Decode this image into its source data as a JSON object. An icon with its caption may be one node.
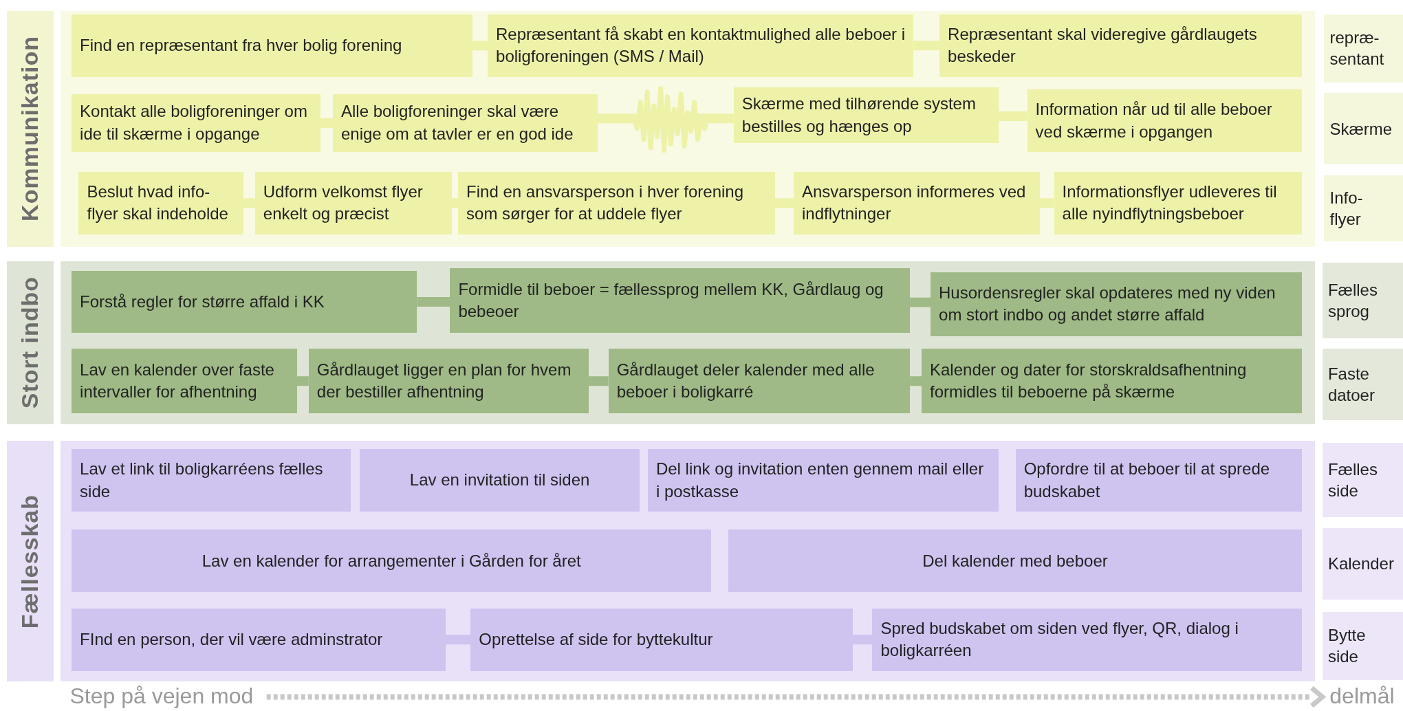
{
  "diagram": {
    "nodes": [
      {
        "text": [
          "Kommunikation"
        ]
      },
      {
        "text": [
          "Find en repræsentant fra hver bolig forening"
        ],
        "in": 0
      },
      {
        "text": [
          "Repræsentant få skabt en kontaktmulighed alle beboer i boligforeningen (SMS / Mail)"
        ],
        "in": 0
      },
      {
        "text": [
          "Repræsentant skal videregive gårdlaugets beskeder"
        ],
        "in": 0
      },
      {
        "text": [
          "Kontakt alle boligforeninger om ide til skærme i opgange"
        ],
        "in": 0
      },
      {
        "text": [
          "Alle boligforeninger skal være enige om at tavler er en god ide"
        ],
        "in": 0
      },
      {
        "text": [
          "Skærme med tilhørende system bestilles og hænges op"
        ],
        "in": 0
      },
      {
        "text": [
          "Information når ud til alle beboer ved skærme i opgangen"
        ],
        "in": 0
      },
      {
        "text": [
          "Beslut hvad info- flyer skal indeholde"
        ],
        "in": 0
      },
      {
        "text": [
          "Udform velkomst flyer enkelt og præcist"
        ],
        "in": 0
      },
      {
        "text": [
          "Find en ansvarsperson i hver forening som sørger for at uddele flyer"
        ],
        "in": 0
      },
      {
        "text": [
          "Ansvarsperson  informeres ved indflytninger"
        ],
        "in": 0
      },
      {
        "text": [
          "Informationsflyer udleveres til alle nyindflytningsbeboer"
        ],
        "in": 0
      },
      {
        "text": [
          "repræ- sentant"
        ]
      },
      {
        "text": [
          "Skærme"
        ]
      },
      {
        "text": [
          "Info- flyer"
        ]
      },
      {
        "text": [
          "Stort indbo"
        ]
      },
      {
        "text": [
          "Forstå regler for større affald i KK"
        ],
        "in": 16
      },
      {
        "text": [
          "Formidle til beboer = fællessprog mellem KK, Gårdlaug og bebeoer"
        ],
        "in": 16
      },
      {
        "text": [
          "Husordensregler skal opdateres med ny viden om stort indbo  og andet større affald"
        ],
        "in": 16
      },
      {
        "text": [
          "Lav en kalender over faste intervaller for afhentning"
        ],
        "in": 16
      },
      {
        "text": [
          "Gårdlauget ligger en plan for hvem der bestiller afhentning"
        ],
        "in": 16
      },
      {
        "text": [
          "Gårdlauget deler kalender med alle beboer i boligkarré"
        ],
        "in": 16
      },
      {
        "text": [
          "Kalender og dater for storskraldsafhentning formidles til beboerne på skærme"
        ],
        "in": 16
      },
      {
        "text": [
          "Fælles sprog"
        ]
      },
      {
        "text": [
          "Faste datoer"
        ]
      },
      {
        "text": [
          "Fællesskab"
        ]
      },
      {
        "text": [
          "Lav et link til boligkarréens fælles side"
        ],
        "in": 26
      },
      {
        "text": [
          "Lav en invitation til siden"
        ],
        "in": 26
      },
      {
        "text": [
          "Del link og invitation enten gennem mail eller i postkasse"
        ],
        "in": 26
      },
      {
        "text": [
          "Opfordre til at beboer til at sprede budskabet"
        ],
        "in": 26
      },
      {
        "text": [
          "Lav en kalender for arrangementer i Gården for året"
        ],
        "in": 26
      },
      {
        "text": [
          "Del kalender med beboer"
        ],
        "in": 26
      },
      {
        "text": [
          "FInd en person, der vil være adminstrator"
        ],
        "in": 26
      },
      {
        "text": [
          "Oprettelse af side for byttekultur"
        ],
        "in": 26
      },
      {
        "text": [
          "Spred budskabet om siden ved flyer, QR, dialog i boligkarréen"
        ],
        "in": 26
      },
      {
        "text": [
          "Fælles side"
        ]
      },
      {
        "text": [
          "Kalender"
        ]
      },
      {
        "text": [
          "Bytte side"
        ]
      }
    ],
    "edges": [
      {
        "from": 1,
        "to": 2,
        "arrow": "none"
      },
      {
        "from": 2,
        "to": 3,
        "arrow": "none"
      },
      {
        "from": 4,
        "to": 5,
        "arrow": "none"
      },
      {
        "from": 5,
        "to": 6,
        "arrow": "none"
      },
      {
        "from": 6,
        "to": 7,
        "arrow": "none"
      },
      {
        "from": 8,
        "to": 9,
        "arrow": "none"
      },
      {
        "from": 9,
        "to": 10,
        "arrow": "none"
      },
      {
        "from": 10,
        "to": 11,
        "arrow": "none"
      },
      {
        "from": 11,
        "to": 12,
        "arrow": "none"
      },
      {
        "from": 17,
        "to": 18,
        "arrow": "none",
        "color": "#9fba86"
      },
      {
        "from": 18,
        "to": 19,
        "arrow": "none",
        "color": "#9fba86"
      },
      {
        "from": 20,
        "to": 21,
        "arrow": "none",
        "color": "#9fba86"
      },
      {
        "from": 21,
        "to": 22,
        "arrow": "none",
        "color": "#9fba86"
      },
      {
        "from": 22,
        "to": 23,
        "arrow": "none",
        "color": "#9fba86"
      },
      {
        "from": 33,
        "to": 34,
        "arrow": "none",
        "color": "#cfc3f0"
      },
      {
        "from": 34,
        "to": 35,
        "arrow": "none",
        "color": "#cfc3f0"
      }
    ],
    "labels": [
      "Step på vejen mod",
      "delmål"
    ]
  }
}
